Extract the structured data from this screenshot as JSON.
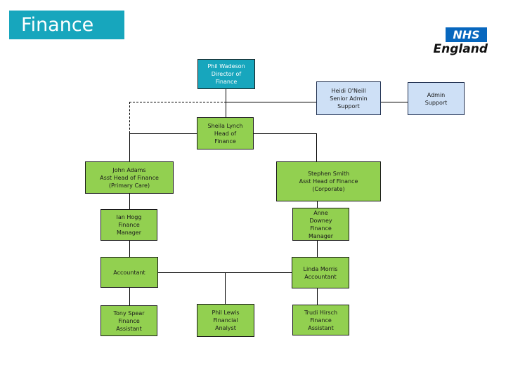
{
  "title": "Finance",
  "logo": {
    "nhs": "NHS",
    "england": "England"
  },
  "colors": {
    "teal": "#17A6BD",
    "green": "#92D050",
    "light_blue": "#CEE0F6",
    "nhs_blue": "#0767BE",
    "line": "#000000"
  },
  "org_chart": {
    "nodes": {
      "phil_wadeson": "Phil Wadeson\nDirector of\nFinance",
      "heidi_oneill": "Heidi O'Neill\nSenior Admin\nSupport",
      "admin_support": "Admin\nSupport",
      "sheila_lynch": "Sheila Lynch\nHead of\nFinance",
      "john_adams": "John Adams\nAsst Head of Finance\n(Primary Care)",
      "stephen_smith": "Stephen Smith\nAsst Head of Finance\n(Corporate)",
      "ian_hogg": "Ian Hogg\nFinance\nManager",
      "anne_downey": "Anne\nDowney\nFinance\nManager",
      "accountant": "Accountant",
      "linda_morris": "Linda Morris\nAccountant",
      "tony_spear": "Tony Spear\nFinance\nAssistant",
      "phil_lewis": "Phil Lewis\nFinancial\nAnalyst",
      "trudi_hirsch": "Trudi Hirsch\nFinance\nAssistant"
    },
    "edges": [
      {
        "from": "phil_wadeson",
        "to": "sheila_lynch",
        "style": "solid"
      },
      {
        "from": "phil_wadeson",
        "to": "heidi_oneill",
        "style": "solid"
      },
      {
        "from": "heidi_oneill",
        "to": "admin_support",
        "style": "solid"
      },
      {
        "from": "sheila_lynch",
        "to": "john_adams",
        "style": "dashed-left"
      },
      {
        "from": "sheila_lynch",
        "to": "stephen_smith",
        "style": "solid"
      },
      {
        "from": "john_adams",
        "to": "ian_hogg",
        "style": "solid"
      },
      {
        "from": "ian_hogg",
        "to": "accountant",
        "style": "solid"
      },
      {
        "from": "accountant",
        "to": "tony_spear",
        "style": "solid"
      },
      {
        "from": "stephen_smith",
        "to": "anne_downey",
        "style": "solid"
      },
      {
        "from": "anne_downey",
        "to": "linda_morris",
        "style": "solid"
      },
      {
        "from": "linda_morris",
        "to": "trudi_hirsch",
        "style": "solid"
      },
      {
        "from": "accountant",
        "to": "linda_morris",
        "style": "solid"
      },
      {
        "from": "accountant_linda_link",
        "to": "phil_lewis",
        "style": "solid"
      }
    ]
  }
}
